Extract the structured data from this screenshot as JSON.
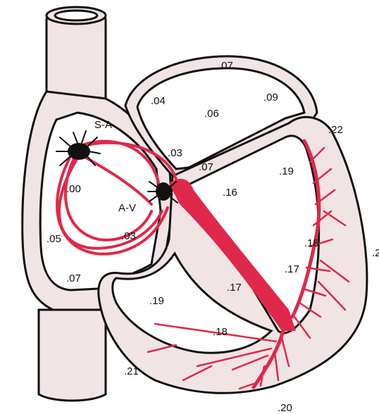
{
  "colors": {
    "tissue": "#f1e4e4",
    "outline": "#111111",
    "conduction": "#e0284a",
    "node": "#111111",
    "background": "#ffffff"
  },
  "nodes": {
    "sa_label": "S-A",
    "av_label": "A-V"
  },
  "timing_labels": {
    "sa_node": ".00",
    "right_atrium_wall": ".05",
    "lower_atrium": ".07",
    "av_node": ".03",
    "septum_top": ".03",
    "left_atrium_left": ".04",
    "left_atrium_top": ".07",
    "left_atrium_center": ".06",
    "left_atrium_right": ".09",
    "av_junction": ".07",
    "bundle": ".16",
    "left_ventricle_upper": ".19",
    "left_ventricle_mid": ".18",
    "left_ventricle_lower": ".17",
    "septum_mid": ".17",
    "right_ventricle": ".19",
    "right_ventricle_bottom": ".18",
    "outer_top_right": ".22",
    "outer_bottom_left": ".21",
    "outer_bottom": ".20",
    "outer_right_edge": ".2"
  }
}
